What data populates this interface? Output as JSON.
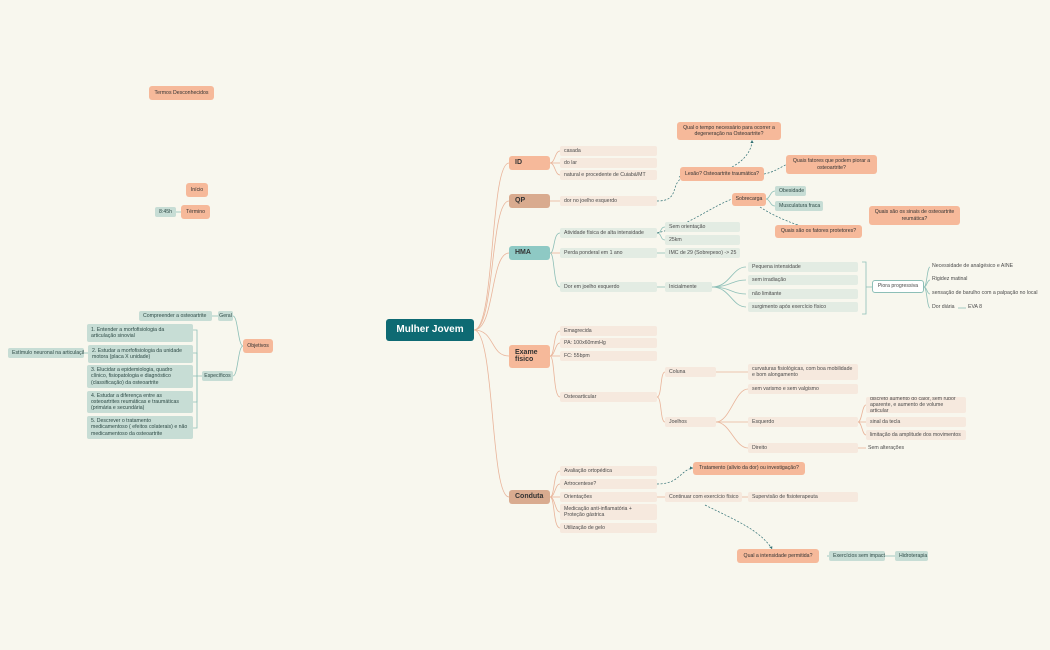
{
  "title": "Mulher Jovem",
  "colors": {
    "root": "#0e6a73",
    "main": "#f6b99a",
    "teal": "#8ec9c4",
    "link": "#e9b49a",
    "teal_link": "#8dbfb7",
    "background": "#f8f7ee"
  },
  "floating": {
    "termos": "Termos Desconhecidos",
    "inicio": "Início",
    "termino": "Término",
    "hora": "8:45h"
  },
  "objetivos": {
    "label": "Objetivos",
    "geral": {
      "label": "Geral",
      "item": "Compreender a osteoartrite"
    },
    "especificos": {
      "label": "Específicos",
      "items": [
        "1. Entender a morfofisiologia da articulação sinovial",
        "2. Estudar a morfofisiologia da unidade motora (placa X unidade)",
        "3. Elucidar a epidemiologia, quadro clínico, fisiopatologia e diagnóstico (classificação) da osteoartrite",
        "4. Estudar a diferença entre as osteoartrites reumáticas e traumáticas (primária e secundária)",
        "5. Descrever o tratamento medicamentoso ( efeitos colaterais) e não medicamentoso da osteoartrite"
      ],
      "estimulo": "Estímulo neuronal na articulação"
    }
  },
  "id": {
    "label": "ID",
    "items": [
      "casada",
      "do lar",
      "natural e procedente de Cuiabá/MT"
    ]
  },
  "qp": {
    "label": "QP",
    "item": "dor no joelho esquerdo",
    "lesao": "Lesão? Osteoartrite traumática?",
    "tempo": "Qual o tempo necessário para ocorrer a degeneração na Osteoartrite?",
    "fatores_piorar": "Quais fatores que podem piorar a osteoartrite?",
    "sinais": "Quais são os sinais de osteoartrite reumática?"
  },
  "hma": {
    "label": "HMA",
    "atividade": "Atividade física de alta intensidade",
    "sem_orientacao": "Sem orientação",
    "dist": "25km",
    "sobrecarga": "Sobrecarga",
    "obesidade": "Obesidade",
    "musculatura": "Musculatura fraca",
    "fatores_protetores": "Quais são os fatores protetores?",
    "perda": "Perda ponderal em 1 ano",
    "imc": "IMC de 29 (Sobrepeso) -> 25",
    "dor": "Dor em joelho esquerdo",
    "inicialmente": "Inicialmente",
    "inicial_items": [
      "Pequena intensidade",
      "sem irradiação",
      "não limitante",
      "surgimento após exercício físico"
    ],
    "piora": "Piora progressiva",
    "piora_items": [
      "Necessidade de analgésico e AINE",
      "Rigidez matinal",
      "sensação de barulho com a palpação no local",
      "Dor diária"
    ],
    "eva": "EVA 8"
  },
  "exame": {
    "label": "Exame físico",
    "items": [
      "Emagrecida",
      "PA: 100x60mmHg",
      "FC: 55bpm"
    ],
    "osteoarticular": "Osteoarticular",
    "coluna": "Coluna",
    "coluna_item": "curvaturas fisiológicas, com boa mobilidade e bom alongamento",
    "joelhos": "Joelhos",
    "varismo": "sem varismo e sem valgismo",
    "esquerdo": "Esquerdo",
    "esquerdo_items": [
      "discreto aumento do calor, sem rubor aparente, e aumento de volume articular",
      "sinal da tecla",
      "limitação da amplitude dos movimentos"
    ],
    "direito": "Direito",
    "direito_item": "Sem alterações"
  },
  "conduta": {
    "label": "Conduta",
    "items": [
      "Avaliação ortopédica",
      "Artrocentese?",
      "Orientações",
      "Medicação anti-inflamatória + Proteção gástrica",
      "Utilização de gelo"
    ],
    "tratamento": "Tratamento (alívio da dor) ou investigação?",
    "continuar": "Continuar com exercício físico",
    "supervisao": "Supervisão de fisioterapeuta",
    "intensidade": "Qual a intensidade permitida?",
    "exercicios": "Exercícios sem impacto",
    "hidroterapia": "Hidroterapia"
  }
}
